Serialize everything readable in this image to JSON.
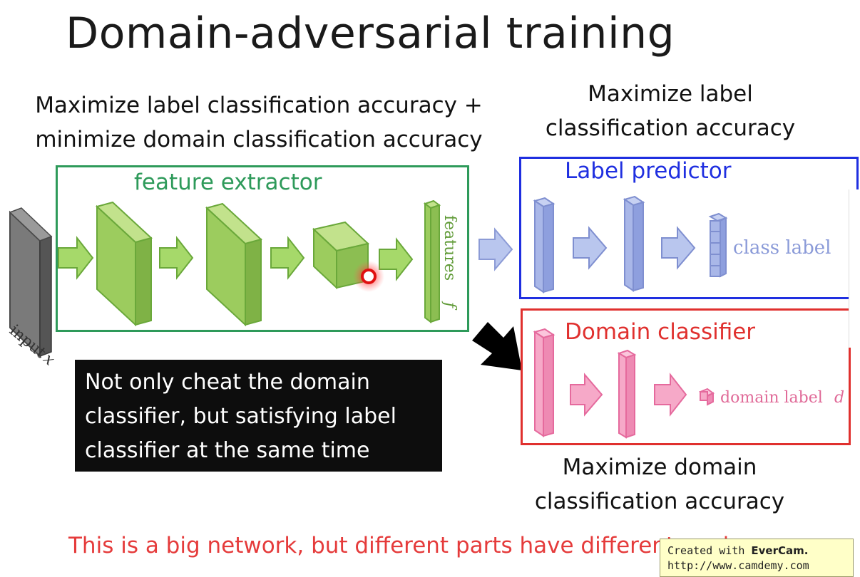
{
  "title": "Domain-adversarial training",
  "left_caption": {
    "line1": "Maximize label classification accuracy +",
    "line2": "minimize domain classification accuracy"
  },
  "right_caption": {
    "line1": "Maximize label",
    "line2": "classification accuracy"
  },
  "bottom_caption": {
    "line1": "Maximize domain",
    "line2": "classification accuracy"
  },
  "feature_extractor": {
    "title": "feature extractor",
    "color": "#2e9a5a"
  },
  "label_predictor": {
    "title": "Label predictor",
    "color": "#1f2fe0",
    "output_label": "class label"
  },
  "domain_classifier": {
    "title": "Domain classifier",
    "color": "#e0302e",
    "output_label": "domain label"
  },
  "labels": {
    "input": "input",
    "input_var": "x",
    "features": "features",
    "features_var": "f",
    "domain_var": "d"
  },
  "note": {
    "line1": "Not only cheat the domain",
    "line2": "classifier, but satisfying label",
    "line3": "classifier at the same time"
  },
  "footer": "This is a big network, but different parts have different goals",
  "watermark": {
    "line1_prefix": "Created with ",
    "line1_brand": "EverCam.",
    "line2": "http://www.camdemy.com"
  },
  "colors": {
    "green_fill": "#a6d96a",
    "green_stroke": "#6aa83a",
    "blue_fill": "#a9b7e8",
    "blue_stroke": "#7f8fd0",
    "pink_fill": "#f6a9c8",
    "pink_stroke": "#e56a9d"
  }
}
